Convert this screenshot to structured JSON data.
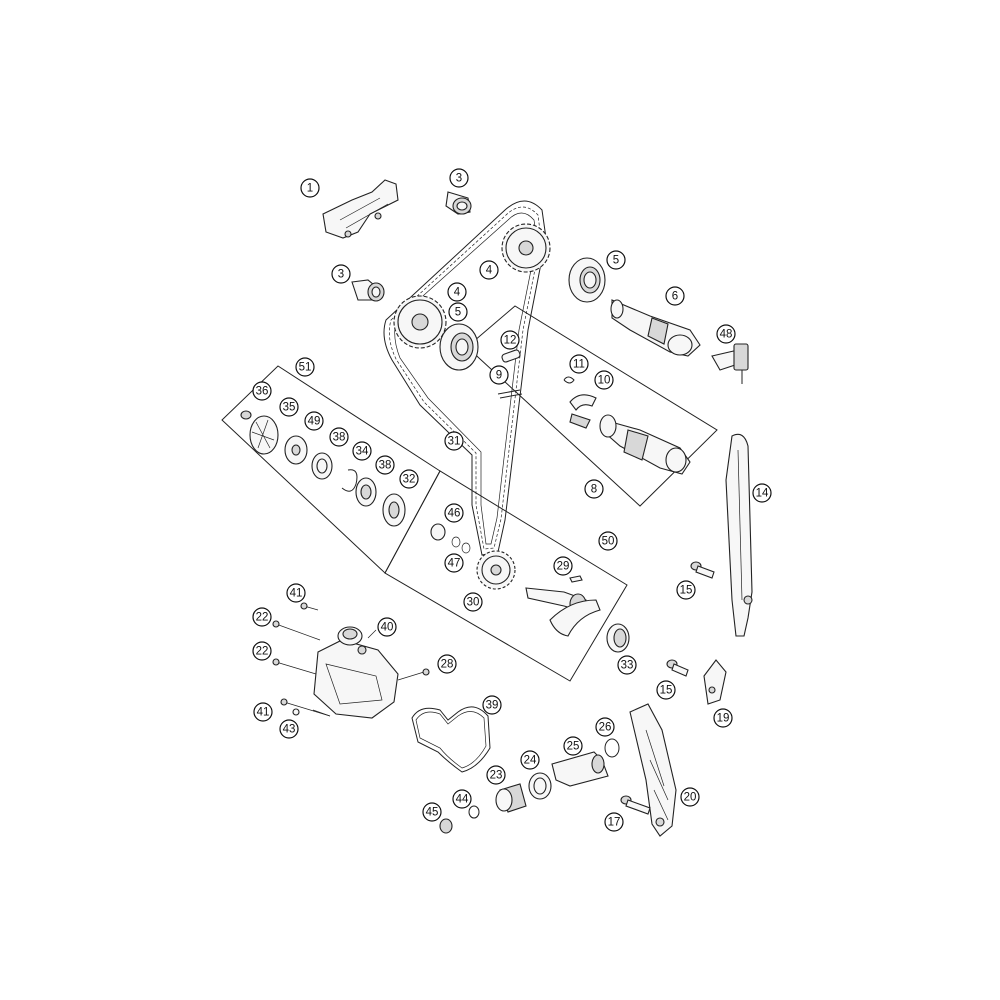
{
  "callouts": [
    "1",
    "3",
    "3",
    "4",
    "4",
    "5",
    "5",
    "6",
    "48",
    "12",
    "11",
    "10",
    "9",
    "8",
    "51",
    "36",
    "35",
    "49",
    "38",
    "34",
    "38",
    "32",
    "31",
    "46",
    "47",
    "30",
    "50",
    "29",
    "14",
    "15",
    "15",
    "19",
    "33",
    "41",
    "22",
    "22",
    "40",
    "28",
    "41",
    "43",
    "39",
    "26",
    "25",
    "24",
    "23",
    "44",
    "45",
    "17",
    "20"
  ]
}
